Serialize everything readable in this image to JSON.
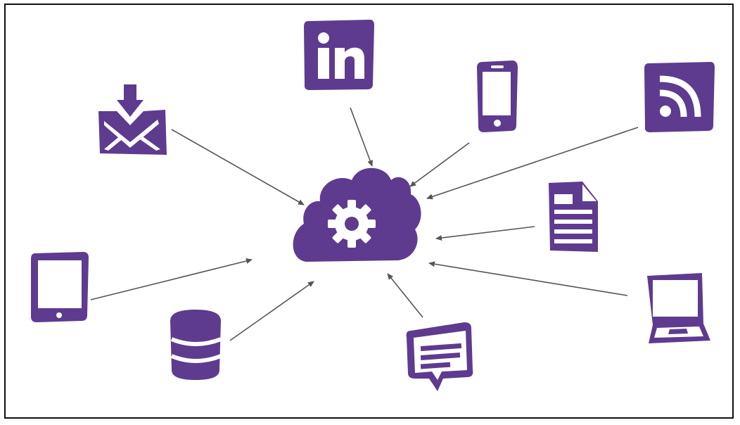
{
  "colors": {
    "accent": "#5e3b8f",
    "arrow": "#555555",
    "background": "#ffffff",
    "border": "#111111"
  },
  "hub": {
    "icon": "cloud-gear-icon"
  },
  "sources": [
    {
      "name": "email-download",
      "icon": "email-download-icon"
    },
    {
      "name": "linkedin",
      "icon": "linkedin-icon"
    },
    {
      "name": "smartphone",
      "icon": "smartphone-icon"
    },
    {
      "name": "rss",
      "icon": "rss-icon"
    },
    {
      "name": "document",
      "icon": "document-icon"
    },
    {
      "name": "laptop",
      "icon": "laptop-icon"
    },
    {
      "name": "chat",
      "icon": "chat-bubble-icon"
    },
    {
      "name": "database",
      "icon": "database-icon"
    },
    {
      "name": "tablet",
      "icon": "tablet-icon"
    }
  ]
}
